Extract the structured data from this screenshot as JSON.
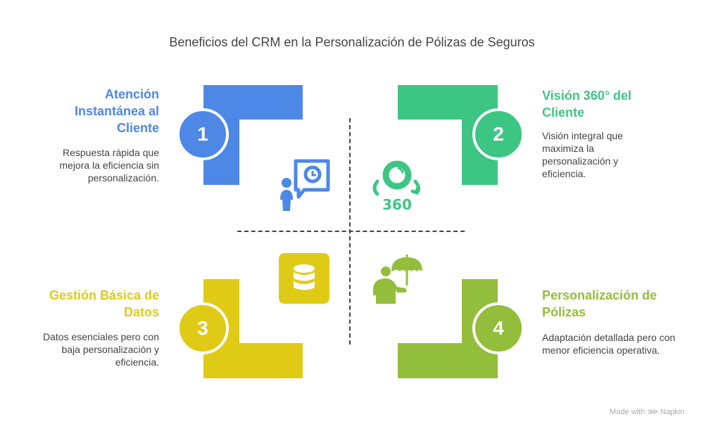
{
  "title": "Beneficios del CRM en la Personalización de Pólizas de Seguros",
  "colors": {
    "blue": "#4E88E7",
    "green": "#3DC683",
    "yellow": "#DFCB16",
    "olive": "#93BE3B"
  },
  "quadrants": [
    {
      "number": "1",
      "heading": "Atención Instantánea al Cliente",
      "description": "Respuesta rápida que mejora la eficiencia sin personalización.",
      "icon": "person-chat-clock-icon"
    },
    {
      "number": "2",
      "heading": "Visión 360° del Cliente",
      "description": "Visión integral que maximiza la personalización y eficiencia.",
      "icon": "360-view-icon"
    },
    {
      "number": "3",
      "heading": "Gestión Básica de Datos",
      "description": "Datos esenciales pero con baja personalización y eficiencia.",
      "icon": "database-icon"
    },
    {
      "number": "4",
      "heading": "Personalización de Pólizas",
      "description": "Adaptación detallada pero con menor eficiencia operativa.",
      "icon": "person-umbrella-icon"
    }
  ],
  "footer": {
    "made_with": "Made with",
    "brand": "Napkin"
  }
}
